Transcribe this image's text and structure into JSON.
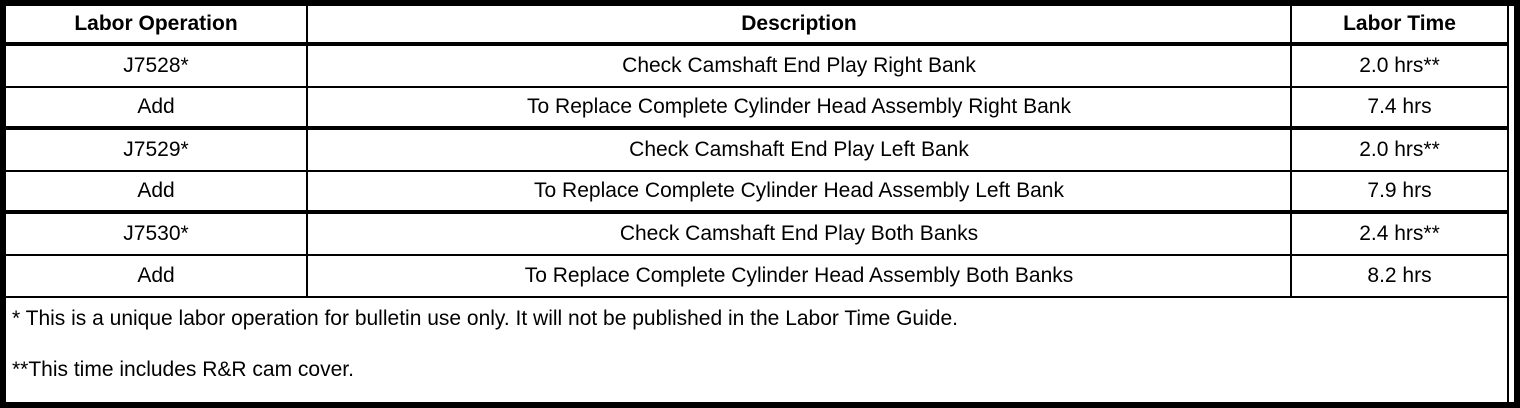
{
  "table": {
    "headers": {
      "labor_operation": "Labor Operation",
      "description": "Description",
      "labor_time": "Labor Time"
    },
    "rows": [
      {
        "op": "J7528*",
        "desc": "Check Camshaft End Play Right Bank",
        "time": "2.0 hrs**"
      },
      {
        "op": "Add",
        "desc": "To Replace Complete Cylinder Head Assembly Right Bank",
        "time": "7.4 hrs"
      },
      {
        "op": "J7529*",
        "desc": "Check Camshaft End Play Left Bank",
        "time": "2.0 hrs**"
      },
      {
        "op": "Add",
        "desc": "To Replace Complete Cylinder Head Assembly Left Bank",
        "time": "7.9 hrs"
      },
      {
        "op": "J7530*",
        "desc": "Check Camshaft End Play Both Banks",
        "time": "2.4 hrs**"
      },
      {
        "op": "Add",
        "desc": "To Replace Complete Cylinder Head Assembly Both Banks",
        "time": "8.2 hrs"
      }
    ],
    "footnotes": [
      "* This is a unique labor operation for bulletin use only. It will not be published in the Labor Time Guide.",
      "**This time includes R&R cam cover."
    ]
  },
  "colors": {
    "border": "#000000",
    "background": "#ffffff",
    "text": "#000000"
  }
}
